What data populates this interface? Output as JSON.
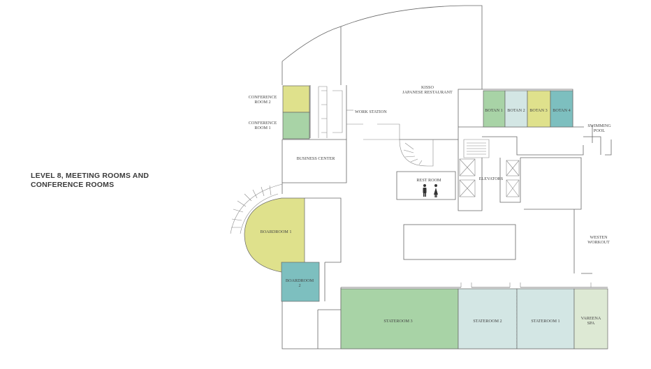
{
  "title": {
    "line1": "LEVEL 8, MEETING ROOMS AND",
    "line2": "CONFERENCE ROOMS"
  },
  "colors": {
    "yellow": "#dfe18c",
    "green": "#a8d3a6",
    "light_blue": "#d3e6e4",
    "teal": "#7dbfbf",
    "light_green": "#dde9d4"
  },
  "rooms": {
    "conference_room_2": {
      "line1": "CONFERENCE",
      "line2": "ROOM 2"
    },
    "conference_room_1": {
      "line1": "CONFERENCE",
      "line2": "ROOM 1"
    },
    "botan_1": "BOTAN 1",
    "botan_2": "BOTAN 2",
    "botan_3": "BOTAN 3",
    "botan_4": "BOTAN 4",
    "boardroom_1": "BOARDROOM 1",
    "boardroom_2": {
      "line1": "BOARDROOM",
      "line2": "2"
    },
    "stateroom_3": "STATEROOM 3",
    "stateroom_2": "STATEROOM 2",
    "stateroom_1": "STATEROOM 1",
    "vareena_spa": {
      "line1": "VAREENA",
      "line2": "SPA"
    }
  },
  "labels": {
    "kisso": {
      "line1": "KISSO",
      "line2": "JAPANESE RESTAURANT"
    },
    "work_station": "WORK STATION",
    "business_center": "BUSINESS CENTER",
    "rest_room": "REST ROOM",
    "elevators": "ELEVATORS",
    "swimming_pool": {
      "line1": "SWIMMING",
      "line2": "POOL"
    },
    "westin_workout": {
      "line1": "WESTEN",
      "line2": "WORKOUT"
    }
  }
}
